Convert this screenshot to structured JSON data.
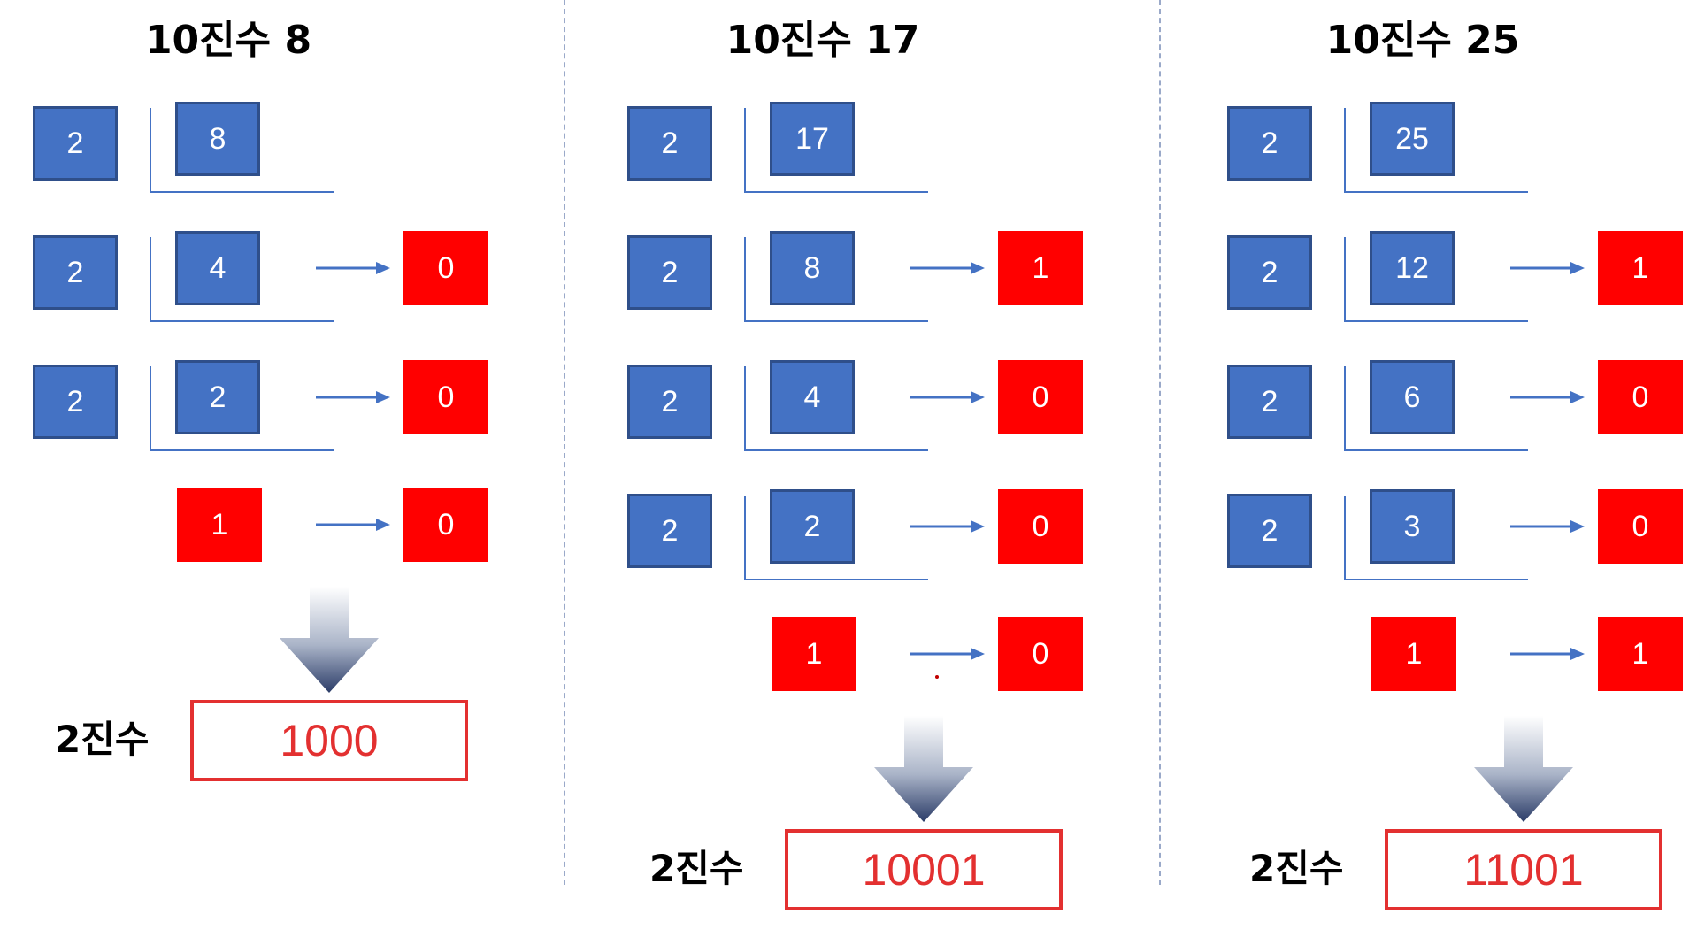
{
  "panels": [
    {
      "title": "10진수 8",
      "divisor": "2",
      "dividends": [
        "8",
        "4",
        "2"
      ],
      "final_quotient": "1",
      "remainders": [
        "0",
        "0",
        "0"
      ],
      "result_label": "2진수",
      "result": "1000"
    },
    {
      "title": "10진수 17",
      "divisor": "2",
      "dividends": [
        "17",
        "8",
        "4",
        "2"
      ],
      "final_quotient": "1",
      "remainders": [
        "1",
        "0",
        "0",
        "0"
      ],
      "result_label": "2진수",
      "result": "10001"
    },
    {
      "title": "10진수 25",
      "divisor": "2",
      "dividends": [
        "25",
        "12",
        "6",
        "3"
      ],
      "final_quotient": "1",
      "remainders": [
        "1",
        "0",
        "0",
        "1"
      ],
      "result_label": "2진수",
      "result": "11001"
    }
  ],
  "colors": {
    "quotient_box": "#4472c4",
    "remainder_box": "#ff0000",
    "result_border": "#e33030",
    "arrow": "#4472c4"
  }
}
